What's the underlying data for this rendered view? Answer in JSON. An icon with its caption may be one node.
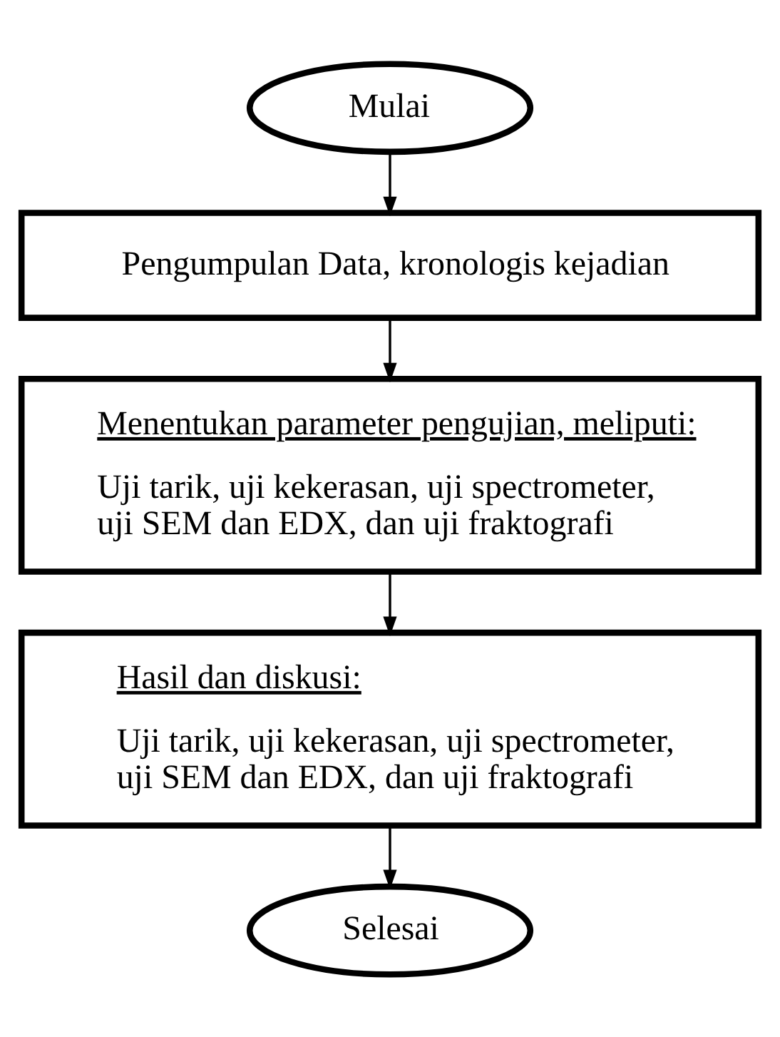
{
  "diagram": {
    "nodes": [
      {
        "text": [
          "Mulai"
        ]
      },
      {
        "text": [
          "Pengumpulan Data, kronologis kejadian"
        ]
      },
      {
        "text": [
          "Menentukan parameter pengujian, meliputi:",
          "Uji tarik, uji kekerasan, uji spectrometer, uji SEM dan EDX, dan uji fraktografi"
        ]
      },
      {
        "text": [
          "Hasil dan diskusi:",
          "Uji tarik, uji kekerasan, uji spectrometer, uji SEM dan EDX, dan uji fraktografi"
        ]
      },
      {
        "text": [
          "Selesai"
        ]
      }
    ],
    "edges": [
      {
        "from": 0,
        "to": 1,
        "arrow": "to"
      },
      {
        "from": 1,
        "to": 2,
        "arrow": "to"
      },
      {
        "from": 2,
        "to": 3,
        "arrow": "to"
      },
      {
        "from": 3,
        "to": 4,
        "arrow": "to"
      }
    ]
  }
}
